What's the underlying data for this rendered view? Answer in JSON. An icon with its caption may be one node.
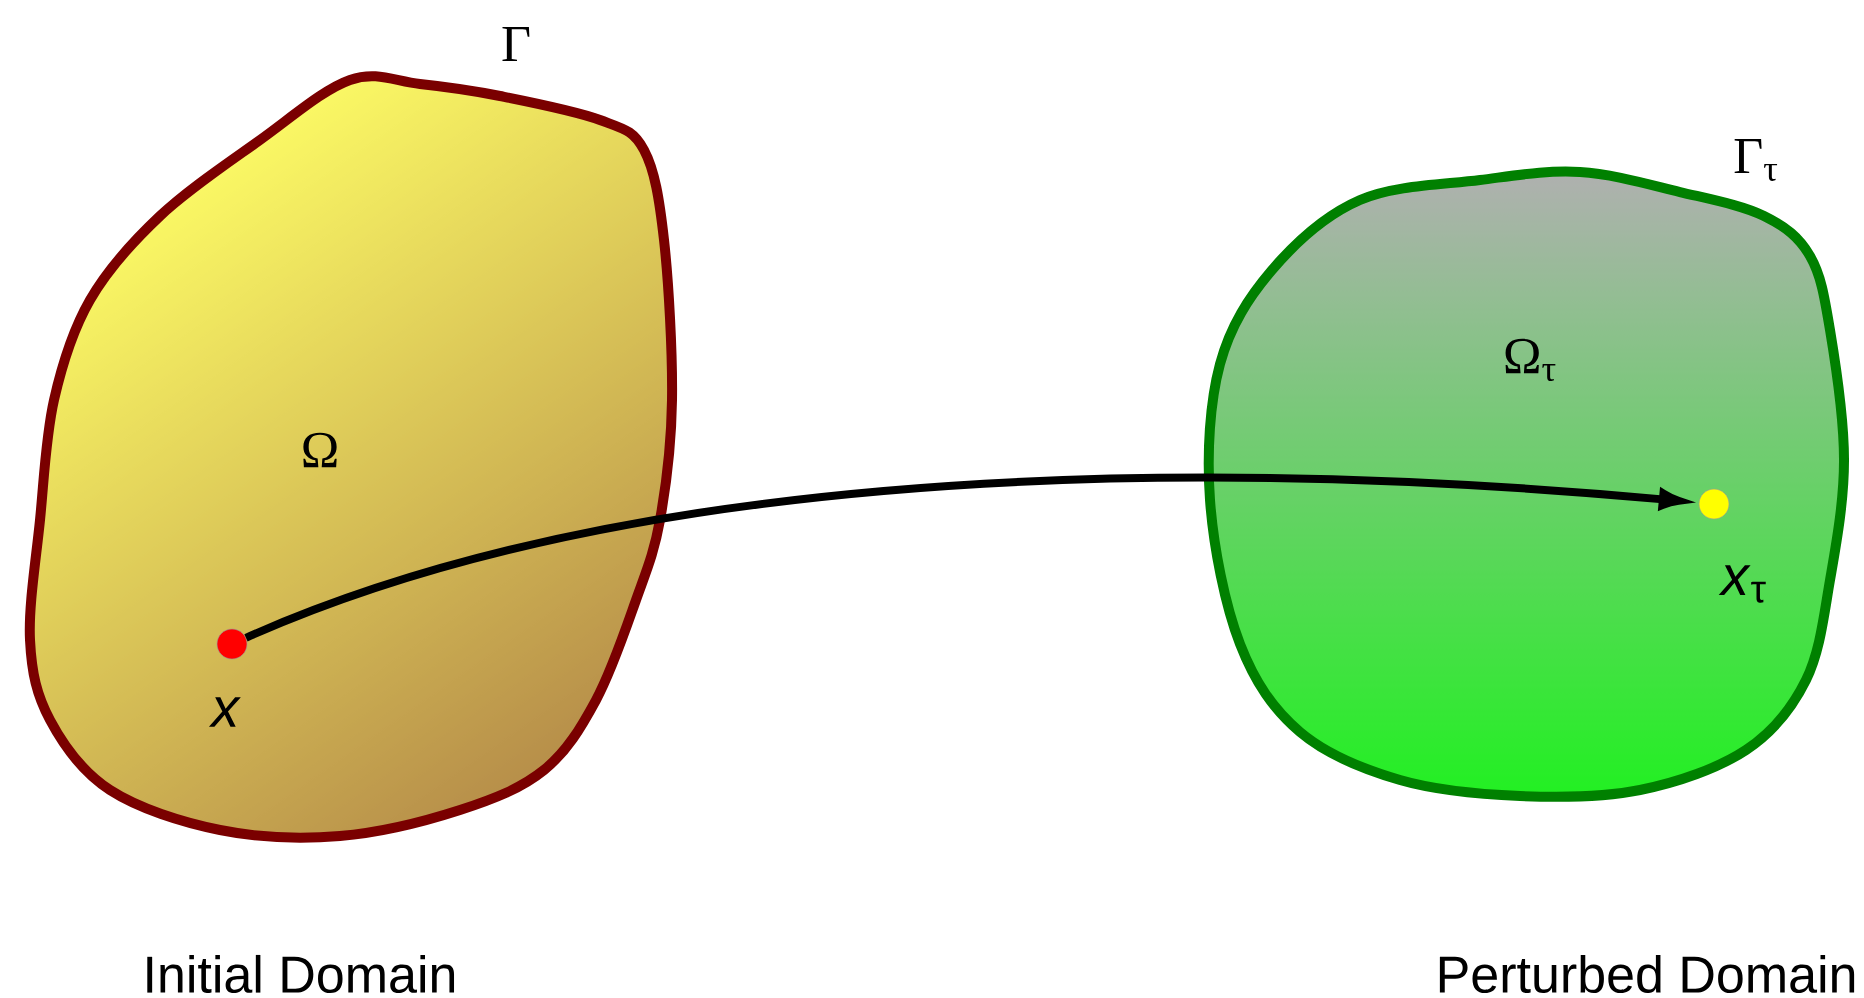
{
  "diagram": {
    "nodes": [
      {
        "text": [
          "Ω"
        ],
        "beside": [
          "Γ",
          "Initial Domain"
        ]
      },
      {
        "text": [],
        "shape": "circle",
        "in": 0,
        "beside": [
          "*x*"
        ]
      },
      {
        "text": [
          "Ω$_{τ}$"
        ],
        "beside": [
          "Γ$_{τ}$",
          "Perturbed Domain"
        ]
      },
      {
        "text": [],
        "shape": "circle",
        "in": 2,
        "beside": [
          "*x*$_{τ}$"
        ]
      }
    ],
    "edges": [
      {
        "from": 1,
        "to": 3,
        "arrow": "to"
      }
    ]
  }
}
